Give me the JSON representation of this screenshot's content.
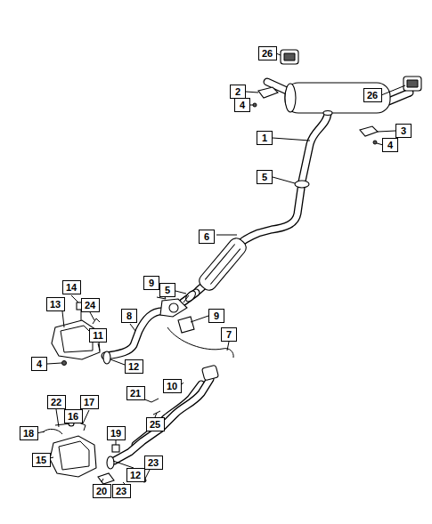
{
  "diagram": {
    "nodes": [
      {
        "text": [
          "26"
        ]
      },
      {
        "text": [
          "2"
        ]
      },
      {
        "text": [
          "26"
        ]
      },
      {
        "text": [
          "4"
        ]
      },
      {
        "text": [
          "3"
        ]
      },
      {
        "text": [
          "1"
        ]
      },
      {
        "text": [
          "4"
        ]
      },
      {
        "text": [
          "5"
        ]
      },
      {
        "text": [
          "6"
        ]
      },
      {
        "text": [
          "9"
        ]
      },
      {
        "text": [
          "14"
        ]
      },
      {
        "text": [
          "5"
        ]
      },
      {
        "text": [
          "13"
        ]
      },
      {
        "text": [
          "24"
        ]
      },
      {
        "text": [
          "9"
        ]
      },
      {
        "text": [
          "8"
        ]
      },
      {
        "text": [
          "11"
        ]
      },
      {
        "text": [
          "7"
        ]
      },
      {
        "text": [
          "4"
        ]
      },
      {
        "text": [
          "12"
        ]
      },
      {
        "text": [
          "21"
        ]
      },
      {
        "text": [
          "10"
        ]
      },
      {
        "text": [
          "17"
        ]
      },
      {
        "text": [
          "22"
        ]
      },
      {
        "text": [
          "25"
        ]
      },
      {
        "text": [
          "16"
        ]
      },
      {
        "text": [
          "18"
        ]
      },
      {
        "text": [
          "19"
        ]
      },
      {
        "text": [
          "15"
        ]
      },
      {
        "text": [
          "23"
        ]
      },
      {
        "text": [
          "12"
        ]
      },
      {
        "text": [
          "23"
        ]
      },
      {
        "text": [
          "20"
        ]
      }
    ]
  }
}
